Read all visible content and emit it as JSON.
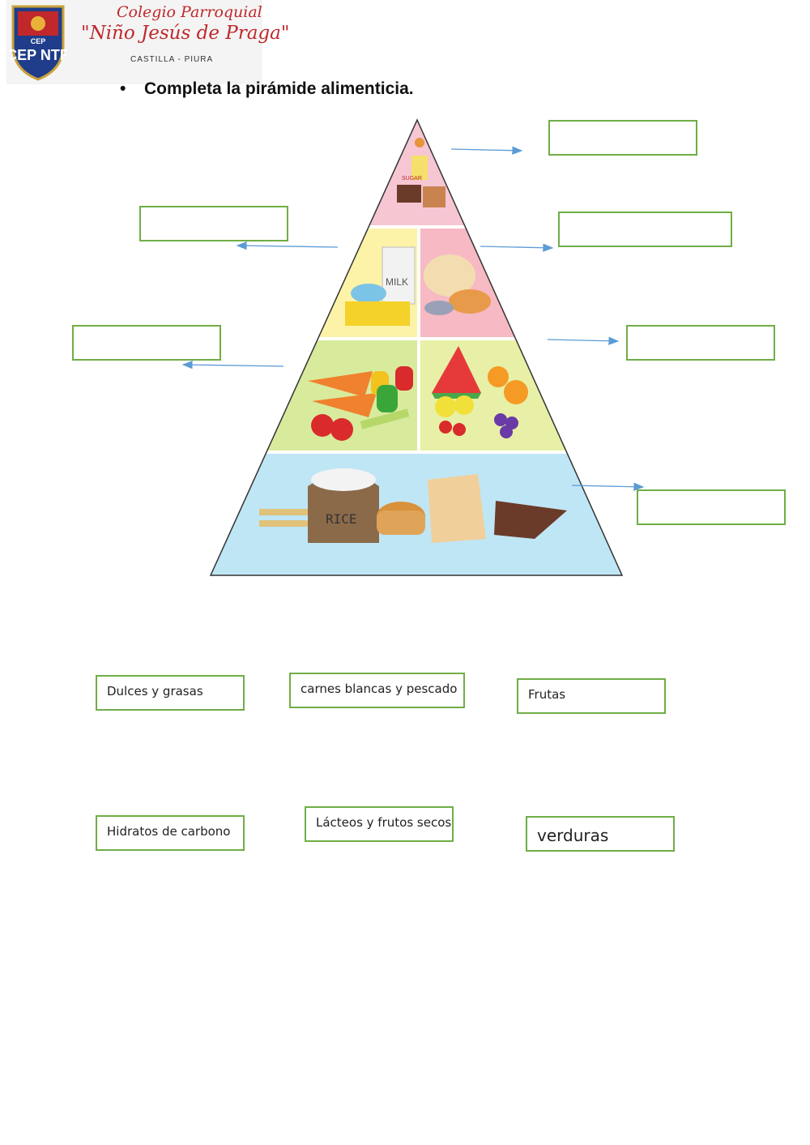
{
  "header": {
    "logo_text": "CEP NTP",
    "school_line1": "Colegio Parroquial",
    "school_line2": "\"Niño Jesús de Praga\"",
    "school_line3": "CASTILLA - PIURA"
  },
  "instruction": "Completa la pirámide alimenticia.",
  "pyramid": {
    "tiers": [
      {
        "group": "sweets",
        "color": "#f6c6d3"
      },
      {
        "group": "dairy",
        "color": "#fdf3a8"
      },
      {
        "group": "meat",
        "color": "#f7b9c3"
      },
      {
        "group": "vegetables",
        "color": "#d8eb9c"
      },
      {
        "group": "fruits",
        "color": "#e7f0a6"
      },
      {
        "group": "grains",
        "color": "#bfe6f5"
      }
    ],
    "illustration_labels": {
      "milk": "MILK",
      "rice": "RICE",
      "sugar": "SUGAR"
    }
  },
  "answer_boxes": [
    "",
    "",
    "",
    "",
    "",
    ""
  ],
  "cards": [
    {
      "label": "Dulces y grasas"
    },
    {
      "label": "carnes blancas y pescado"
    },
    {
      "label": "Frutas"
    },
    {
      "label": "Hidratos de carbono"
    },
    {
      "label": "Lácteos y frutos secos"
    },
    {
      "label": "verduras"
    }
  ],
  "colors": {
    "box_border": "#70ad47",
    "arrow": "#5b9bd5",
    "school_red": "#c0282c",
    "shield_blue": "#1f3d8a"
  }
}
